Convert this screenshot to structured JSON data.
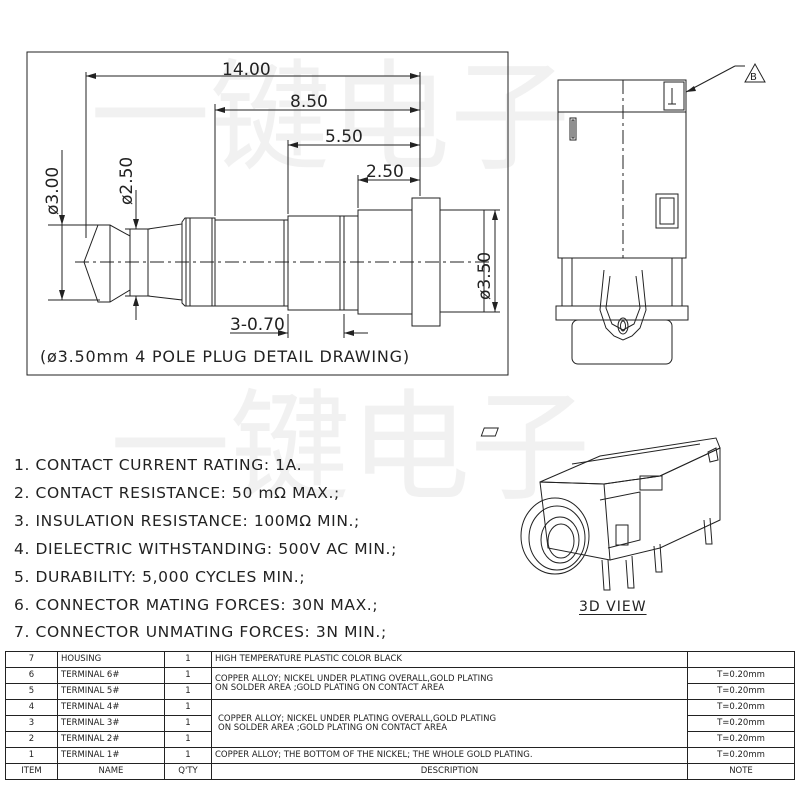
{
  "plug_drawing": {
    "dim_total": "14.00",
    "dim_1": "8.50",
    "dim_2": "5.50",
    "dim_3": "2.50",
    "dim_ring": "3-0.70",
    "dia_tip": "ø3.00",
    "dia_neck": "ø2.50",
    "dia_body": "ø3.50",
    "caption": "(ø3.50mm 4 POLE PLUG DETAIL DRAWING)"
  },
  "side_view": {
    "callout": "B"
  },
  "view_3d": {
    "label": "3D VIEW"
  },
  "specs": [
    "1. CONTACT CURRENT RATING: 1A.",
    "2. CONTACT RESISTANCE: 50 mΩ MAX.;",
    "3. INSULATION RESISTANCE: 100MΩ MIN.;",
    "4. DIELECTRIC WITHSTANDING: 500V AC MIN.;",
    "5. DURABILITY: 5,000 CYCLES MIN.;",
    "6. CONNECTOR MATING FORCES: 30N    MAX.;",
    "7. CONNECTOR UNMATING FORCES: 3N MIN.;"
  ],
  "bom": {
    "headers": {
      "item": "ITEM",
      "name": "NAME",
      "qty": "Q'TY",
      "description": "DESCRIPTION",
      "note": "NOTE"
    },
    "rows": [
      {
        "item": "7",
        "name": "HOUSING",
        "qty": "1",
        "note": ""
      },
      {
        "item": "6",
        "name": "TERMINAL 6#",
        "qty": "1",
        "note": "T=0.20mm"
      },
      {
        "item": "5",
        "name": "TERMINAL 5#",
        "qty": "1",
        "note": "T=0.20mm"
      },
      {
        "item": "4",
        "name": "TERMINAL 4#",
        "qty": "1",
        "note": "T=0.20mm"
      },
      {
        "item": "3",
        "name": "TERMINAL 3#",
        "qty": "1",
        "note": "T=0.20mm"
      },
      {
        "item": "2",
        "name": "TERMINAL 2#",
        "qty": "1",
        "note": "T=0.20mm"
      },
      {
        "item": "1",
        "name": "TERMINAL 1#",
        "qty": "1",
        "note": "T=0.20mm"
      }
    ],
    "desc_housing": "HIGH TEMPERATURE PLASTIC   COLOR BLACK",
    "desc_6_5_a": "COPPER ALLOY; NICKEL UNDER PLATING OVERALL,GOLD PLATING",
    "desc_6_5_b": "ON SOLDER AREA ;GOLD PLATING ON CONTACT AREA",
    "desc_4_2_a": "COPPER ALLOY; NICKEL UNDER PLATING OVERALL,GOLD PLATING",
    "desc_4_2_b": "ON SOLDER AREA ;GOLD PLATING ON CONTACT AREA",
    "desc_1": "COPPER ALLOY; THE BOTTOM OF THE NICKEL; THE WHOLE GOLD PLATING."
  },
  "watermark": {
    "line1": "一键电子",
    "line2": "一键电子"
  }
}
